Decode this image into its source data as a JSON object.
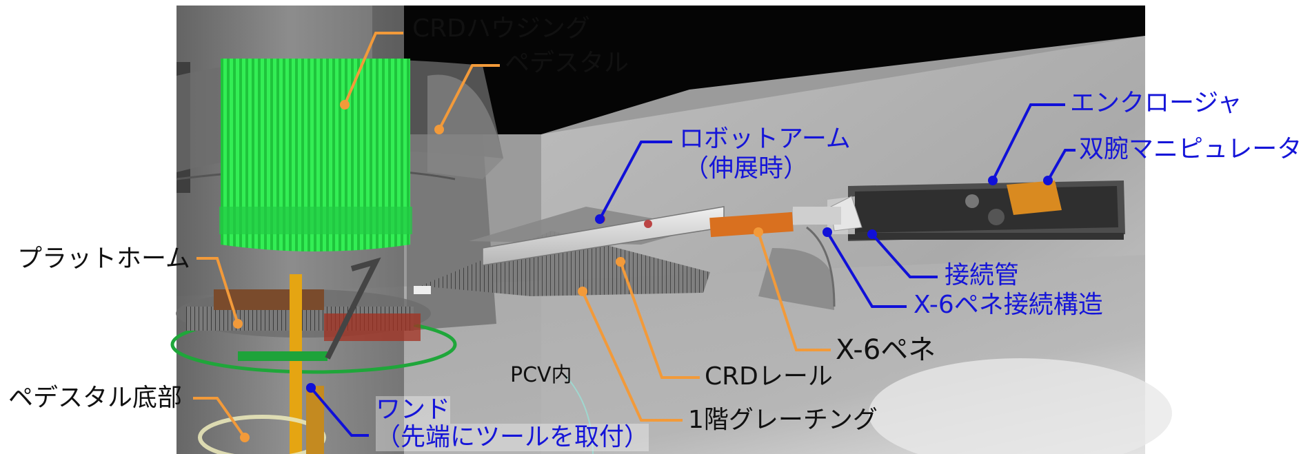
{
  "colors": {
    "orange_leader": "#f29a3a",
    "blue_leader": "#1010d8",
    "blue_text": "#1515d8",
    "black_text": "#111111",
    "crd_green": "#22dd44",
    "arm_orange": "#d9701f"
  },
  "labels": {
    "crd_housing": "CRDハウジング",
    "pedestal": "ペデスタル",
    "platform": "プラットホーム",
    "pedestal_bottom": "ペデスタル底部",
    "wand_line1": "ワンド",
    "wand_line2": "（先端にツールを取付）",
    "robot_arm_line1": "ロボットアーム",
    "robot_arm_line2": "（伸展時）",
    "enclosure": "エンクロージャ",
    "dual_arm_manipulator": "双腕マニピュレータ",
    "connection_pipe": "接続管",
    "x6_connection_structure": "X-6ペネ接続構造",
    "x6_penetration": "X-6ペネ",
    "crd_rail": "CRDレール",
    "first_floor_grating": "1階グレーチング",
    "pcv_inside": "PCV内"
  }
}
